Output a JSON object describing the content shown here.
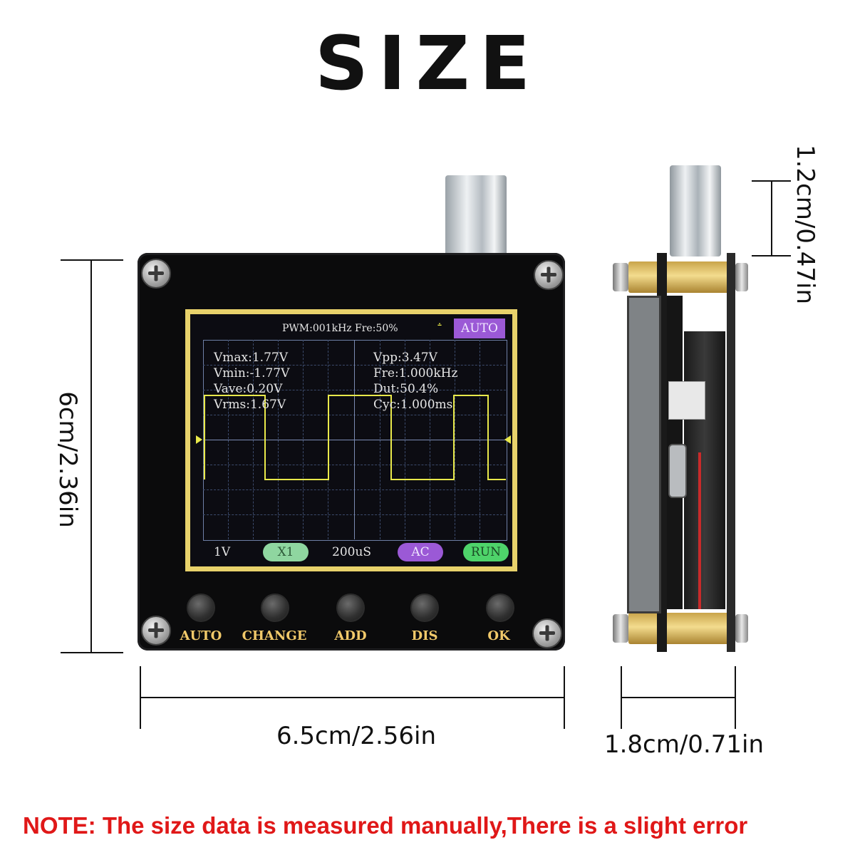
{
  "title": "SIZE",
  "device": {
    "screen": {
      "header": {
        "pwm": "PWM:001kHz",
        "fre": "Fre:50%",
        "auto": "AUTO",
        "trigger_icon": "trigger-edge-icon"
      },
      "left_readings": [
        "Vmax:1.77V",
        "Vmin:-1.77V",
        "Vave:0.20V",
        "Vrms:1.67V"
      ],
      "right_readings": [
        "Vpp:3.47V",
        "Fre:1.000kHz",
        "Dut:50.4%",
        "Cyc:1.000ms"
      ],
      "bottom": {
        "volt": "1V",
        "probe": "X1",
        "timebase": "200uS",
        "coupling": "AC",
        "state": "RUN"
      },
      "colors": {
        "waveform": "#e9e94a",
        "grid": "#3b4a6b",
        "auto_bg": "#9b59d6",
        "probe_bg": "#8fd6a0",
        "run_bg": "#4ed36a",
        "coupling_bg": "#9b59d6"
      }
    },
    "buttons": [
      "AUTO",
      "CHANGE",
      "ADD",
      "DIS",
      "OK"
    ]
  },
  "dimensions": {
    "height": "6cm/2.36in",
    "width": "6.5cm/2.56in",
    "depth": "1.8cm/0.71in",
    "connector": "1.2cm/0.47in"
  },
  "note": "NOTE: The size data is measured manually,There is a slight error"
}
